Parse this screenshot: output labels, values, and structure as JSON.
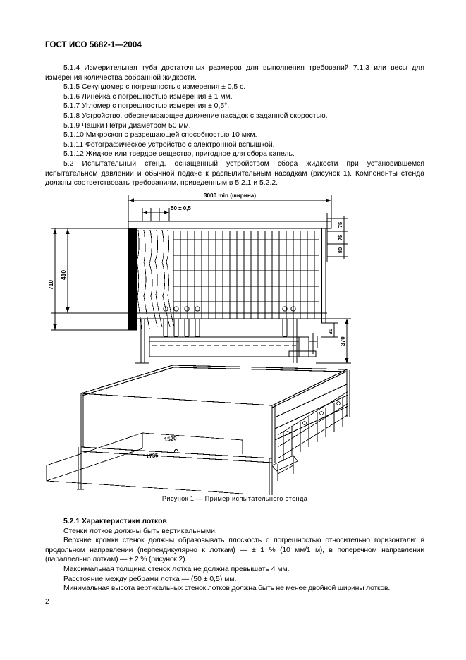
{
  "document": {
    "standard_header": "ГОСТ ИСО 5682-1—2004",
    "page_number": "2"
  },
  "clauses": [
    {
      "id": "5.1.4",
      "text": "5.1.4  Измерительная туба достаточных размеров для выполнения требований 7.1.3 или весы для измерения количества собранной жидкости."
    },
    {
      "id": "5.1.5",
      "text": "5.1.5  Секундомер с погрешностью измерения ± 0,5 с."
    },
    {
      "id": "5.1.6",
      "text": "5.1.6  Линейка с погрешностью измерения ± 1 мм."
    },
    {
      "id": "5.1.7",
      "text": "5.1.7  Угломер с погрешностью измерения ± 0,5°."
    },
    {
      "id": "5.1.8",
      "text": "5.1.8  Устройство, обеспечивающее движение насадок с заданной скоростью."
    },
    {
      "id": "5.1.9",
      "text": "5.1.9  Чашки Петри диаметром 50 мм."
    },
    {
      "id": "5.1.10",
      "text": "5.1.10  Микроскоп с разрешающей способностью 10 мкм."
    },
    {
      "id": "5.1.11",
      "text": "5.1.11  Фотографическое устройство с электронной вспышкой."
    },
    {
      "id": "5.1.12",
      "text": "5.1.12  Жидкое или твердое вещество, пригодное для сбора капель."
    },
    {
      "id": "5.2",
      "text": "5.2  Испытательный стенд, оснащенный устройством сбора жидкости при установившемся испытательном давлении и обычной подаче к распылительным насадкам (рисунок 1). Компоненты стенда должны соответствовать требованиям, приведенным в 5.2.1 и 5.2.2."
    }
  ],
  "figure": {
    "caption": "Рисунок 1 — Пример испытательного стенда",
    "dimensions": {
      "top_width": "3000 min (ширина)",
      "rib_spacing": "50 ± 0,5",
      "height_inner": "410",
      "height_outer": "710",
      "right_1": "75",
      "right_2": "75",
      "right_3": "80",
      "small_vertical": "30",
      "lower_vertical": "370",
      "perspective_1": "1520",
      "perspective_2": "1735"
    }
  },
  "section_521": {
    "heading": "5.2.1  Характеристики лотков",
    "paragraphs": [
      "Стенки лотков должны быть вертикальными.",
      "Верхние кромки стенок должны образовывать плоскость с погрешностью относительно горизонтали: в продольном направлении (перпендикулярно к лоткам) — ± 1 % (10 мм/1 м), в поперечном направлении (параллельно лоткам) — ± 2 % (рисунок 2).",
      "Максимальная толщина стенок лотка не должна превышать 4 мм.",
      "Расстояние между ребрами лотка — (50 ± 0,5) мм.",
      "Минимальная высота вертикальных стенок лотков должна быть не менее двойной ширины лотков."
    ]
  }
}
